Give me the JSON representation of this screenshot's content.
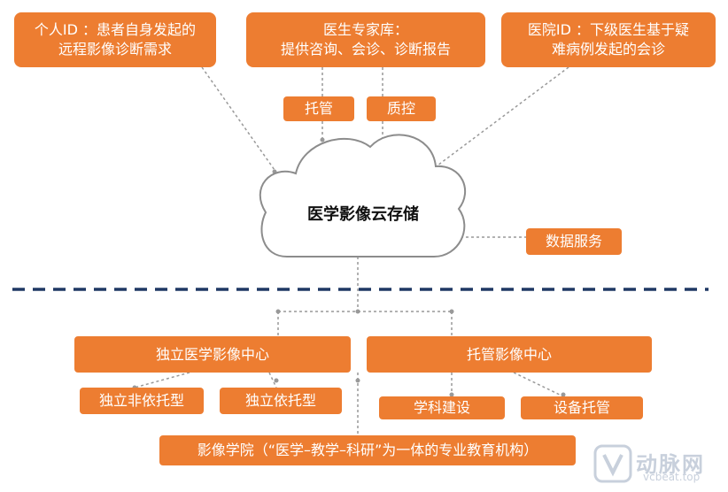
{
  "top": {
    "left": {
      "line1": "个人ID ：患者自身发起的",
      "line2": "远程影像诊断需求"
    },
    "middle": {
      "line1": "医生专家库：",
      "line2": "提供咨询、会诊、诊断报告"
    },
    "right": {
      "line1": "医院ID ：下级医生基于疑",
      "line2": "难病例发起的会诊"
    }
  },
  "small": {
    "tuoguan": "托管",
    "zhikong": "质控"
  },
  "cloud": {
    "label": "医学影像云存储"
  },
  "data_service": "数据服务",
  "centers": {
    "independent": "独立医学影像中心",
    "hosted": "托管影像中心"
  },
  "subtypes": {
    "independent_nonhosted": "独立非依托型",
    "independent_hosted": "独立依托型",
    "discipline": "学科建设",
    "equipment": "设备托管"
  },
  "academy": "影像学院（“医学–教学–科研”为一体的专业教育机构）",
  "watermark": {
    "brand": "动脉网",
    "url": "vcbeat.top"
  }
}
